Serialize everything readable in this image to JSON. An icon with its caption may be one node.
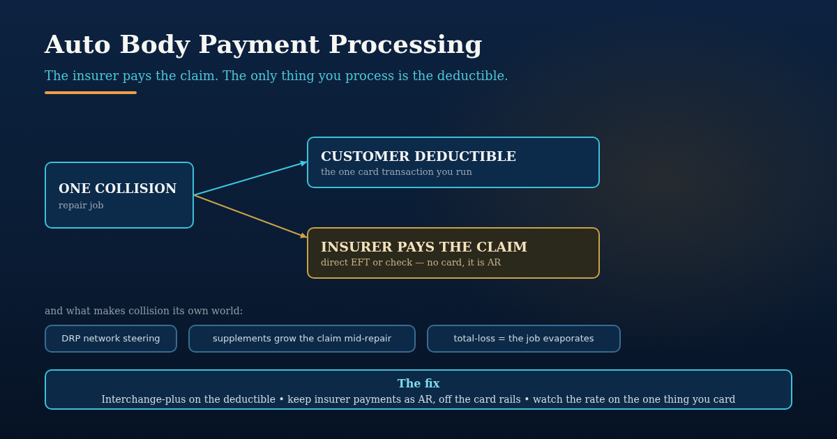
{
  "diagram": {
    "title": "Auto Body Payment Processing",
    "nodes": [
      {
        "text": [
          "ONE COLLISION",
          "repair job"
        ]
      },
      {
        "text": [
          "CUSTOMER DEDUCTIBLE",
          "the one card transaction you run"
        ]
      },
      {
        "text": [
          "INSURER PAYS THE CLAIM",
          "direct EFT or check — no card, it is AR"
        ]
      },
      {
        "text": [
          "DRP network steering"
        ]
      },
      {
        "text": [
          "supplements grow the claim mid-repair"
        ]
      },
      {
        "text": [
          "total-loss = the job evaporates"
        ]
      },
      {
        "text": [
          "The fix",
          "Interchange-plus on the deductible • keep insurer payments as AR, off the card rails • watch the rate on the one thing you card"
        ]
      }
    ],
    "edges": [
      {
        "from": 0,
        "to": 1,
        "arrow": "to",
        "color": "#3ec8e0"
      },
      {
        "from": 0,
        "to": 2,
        "arrow": "to",
        "color": "#c9a24a"
      }
    ],
    "labels": [
      "The insurer pays the claim. The only thing you process is the deductible.",
      "and what makes collision its own world:"
    ]
  }
}
